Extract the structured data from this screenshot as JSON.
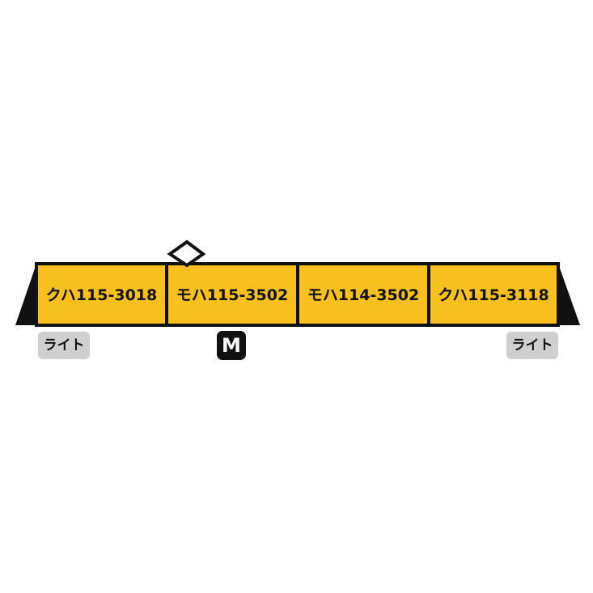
{
  "colors": {
    "body": "#f8c01e",
    "outline": "#111111",
    "light_badge": "#cfcfcf",
    "motor_badge": "#111111"
  },
  "cars": [
    {
      "label": "クハ115-3018"
    },
    {
      "label": "モハ115-3502"
    },
    {
      "label": "モハ114-3502"
    },
    {
      "label": "クハ115-3118"
    }
  ],
  "badges": {
    "light_left": "ライト",
    "light_right": "ライト",
    "motor": "M"
  },
  "pantograph": {
    "car_index": 1,
    "icon": "pantograph-diamond-icon"
  }
}
